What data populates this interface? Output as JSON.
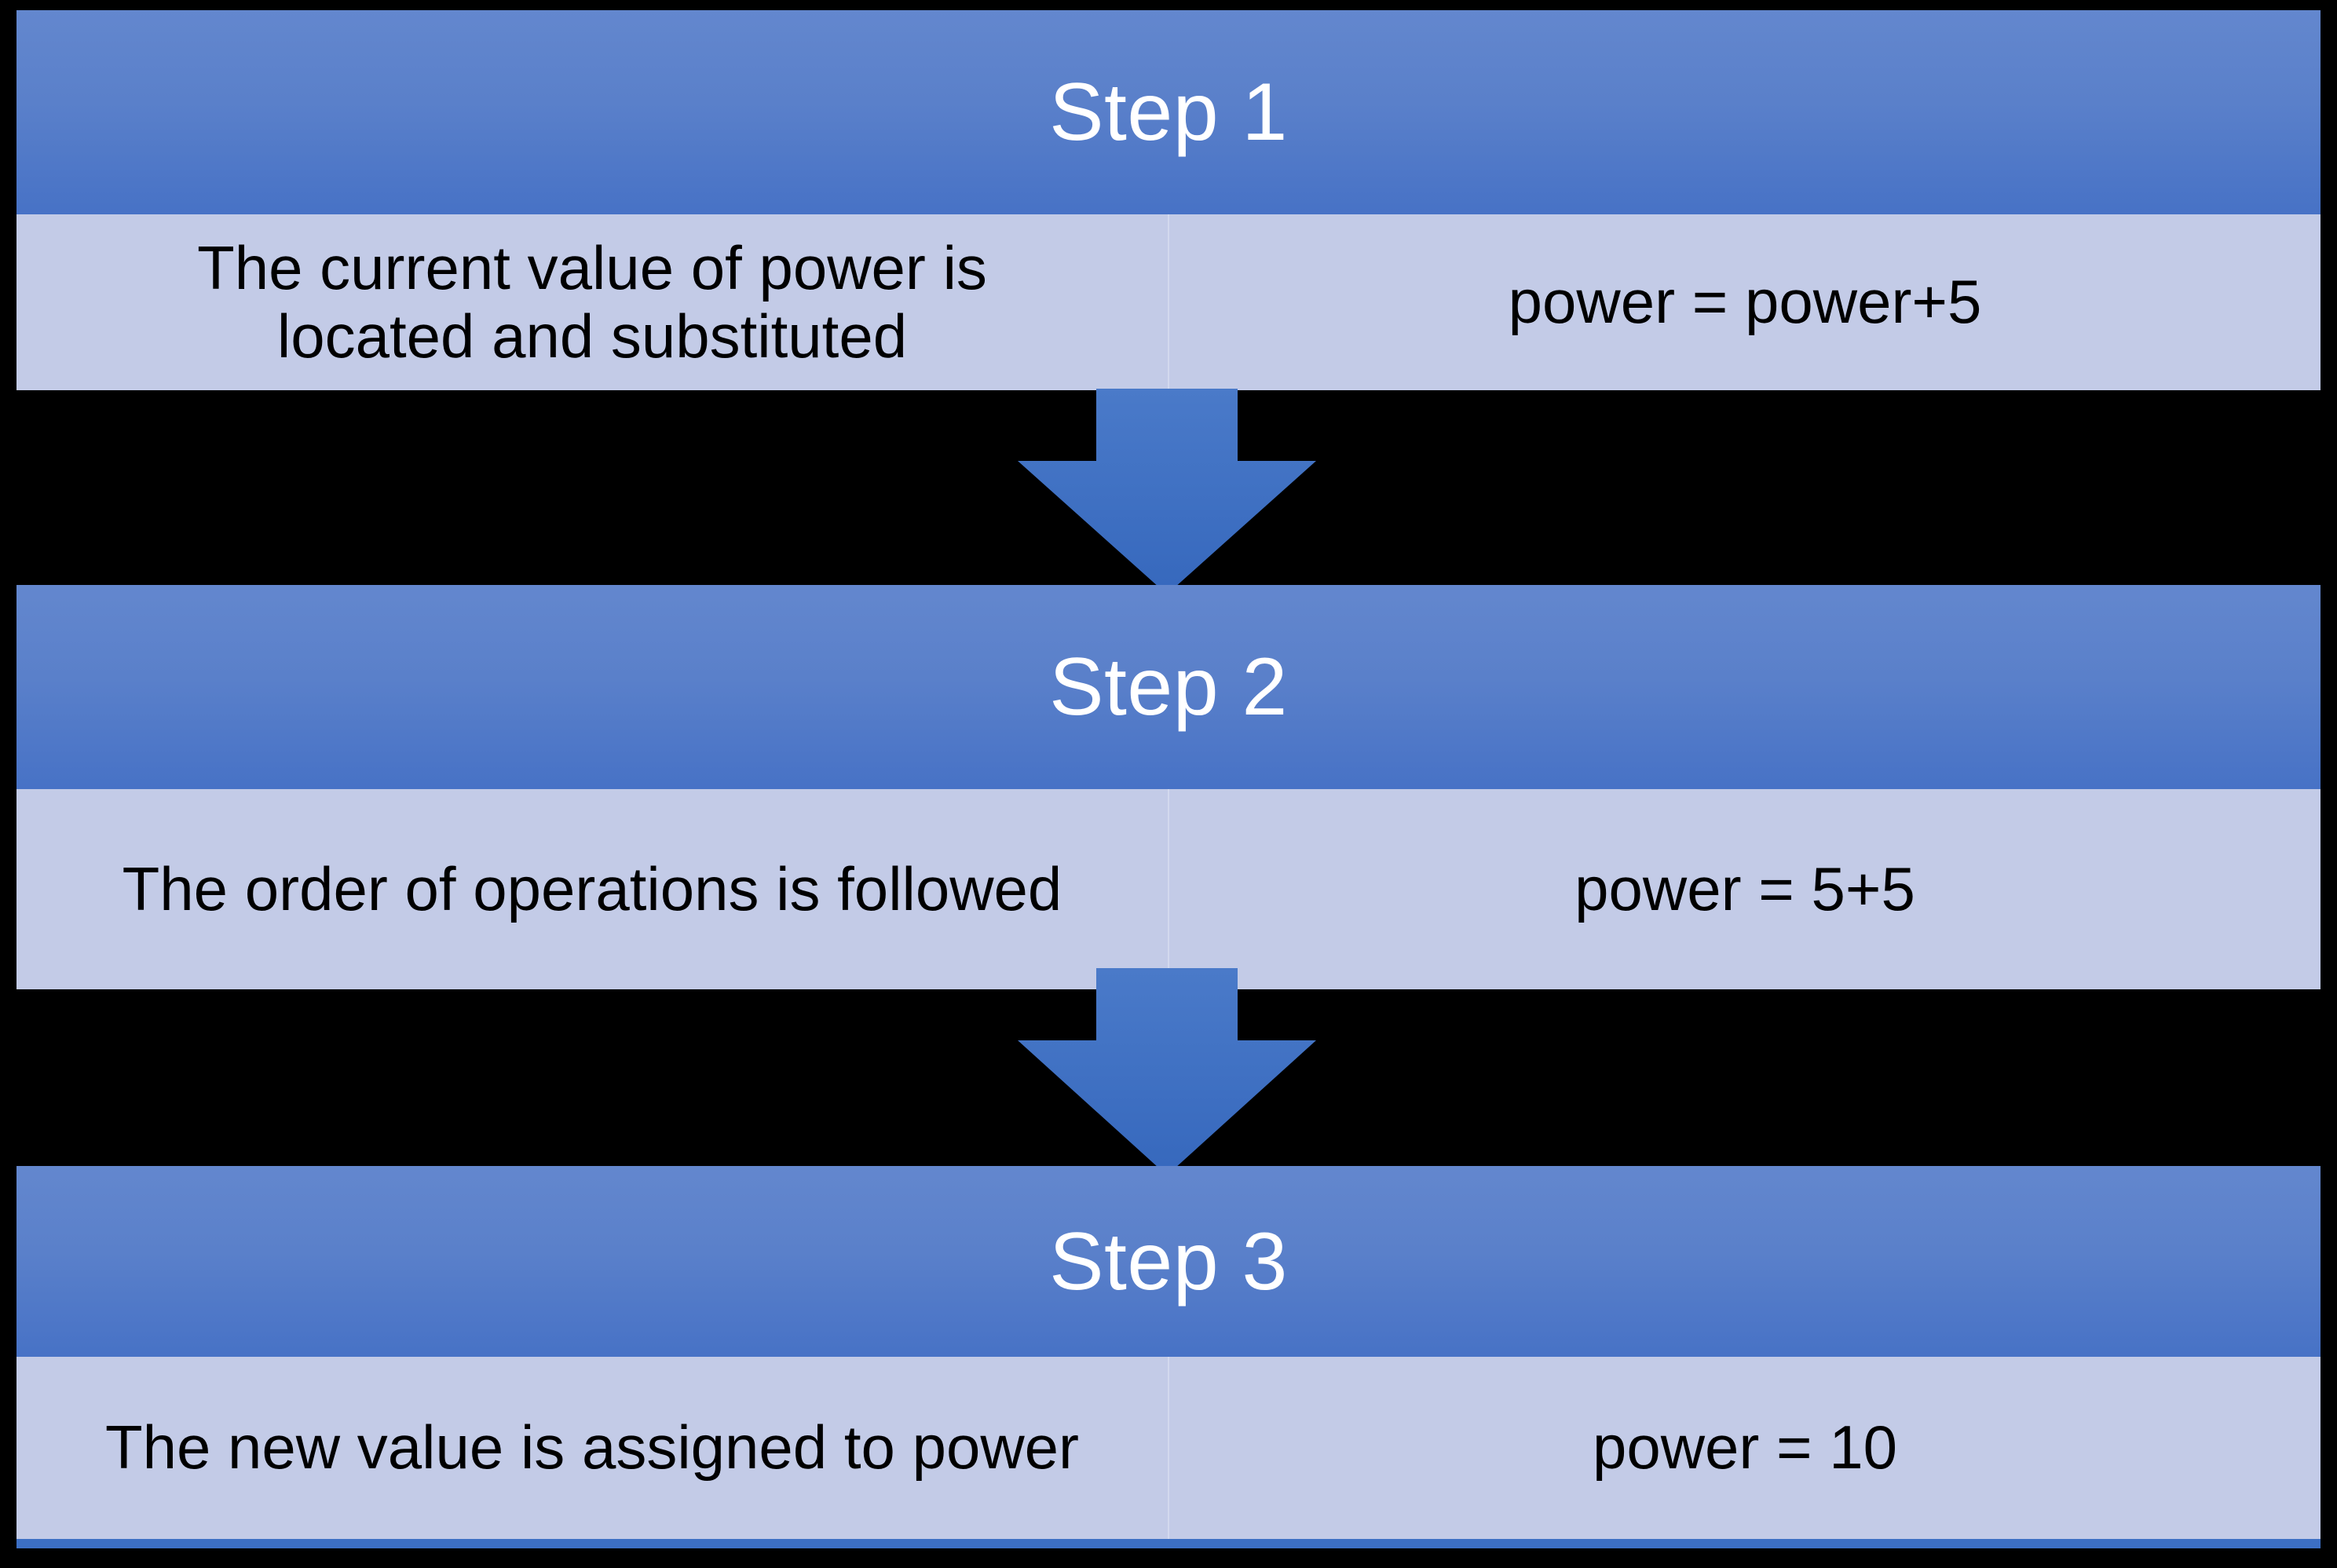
{
  "diagram": {
    "title": "Assignment statement evaluation steps",
    "type": "vertical-flowchart",
    "background_color": "#000000",
    "header_color": "#4772c6",
    "body_color": "#c3cbe7",
    "arrow_color": "#3c6fc4",
    "header_text_color": "#ffffff",
    "body_text_color": "#000000"
  },
  "steps": [
    {
      "header": "Step 1",
      "description": "The current value of power is\nlocated and substituted",
      "expression": "power = power+5"
    },
    {
      "header": "Step 2",
      "description": "The order of operations is followed",
      "expression": "power = 5+5"
    },
    {
      "header": "Step 3",
      "description": "The new value is assigned to power",
      "expression": "power = 10"
    }
  ],
  "connectors": [
    {
      "name": "arrow-step1-to-step2",
      "direction": "down"
    },
    {
      "name": "arrow-step2-to-step3",
      "direction": "down"
    }
  ]
}
